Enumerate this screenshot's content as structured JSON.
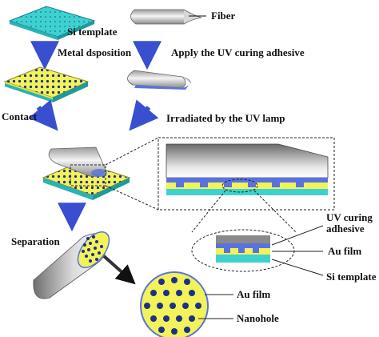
{
  "labels": {
    "si_template": "Si template",
    "fiber": "Fiber",
    "metal_deposition": "Metal dsposition",
    "apply_uv": "Apply the UV curing adhesive",
    "contact": "Contact",
    "irradiated": "Irradiated by the UV lamp",
    "separation": "Separation",
    "uv_curing_line1": "UV curing",
    "uv_curing_line2": "adhesive",
    "au_film_zoom": "Au film",
    "si_template_zoom": "Si template",
    "au_film_end": "Au film",
    "nanohole": "Nanohole"
  },
  "colors": {
    "si_template": "#3fd0d0",
    "au_film": "#f2f25a",
    "nanohole": "#1e2f86",
    "arrow": "#3a4fd0",
    "adhesive": "#5a72e0",
    "fiber_dark": "#7a7a7a",
    "fiber_light": "#f2f2f2"
  }
}
